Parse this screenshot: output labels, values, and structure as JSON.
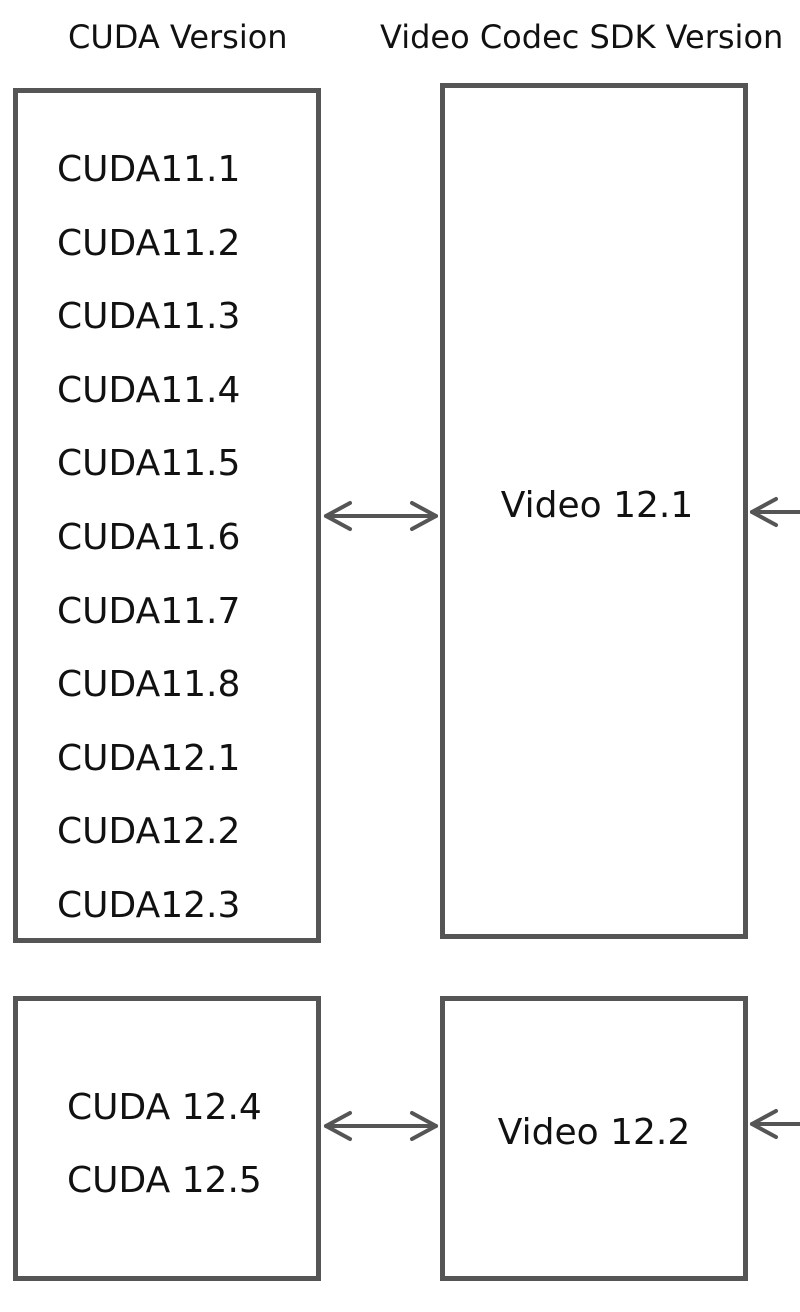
{
  "headers": {
    "cuda": "CUDA Version",
    "video": "Video Codec SDK Version"
  },
  "group1": {
    "cuda_versions": [
      "CUDA11.1",
      "CUDA11.2",
      "CUDA11.3",
      "CUDA11.4",
      "CUDA11.5",
      "CUDA11.6",
      "CUDA11.7",
      "CUDA11.8",
      "CUDA12.1",
      "CUDA12.2",
      "CUDA12.3"
    ],
    "video_version": "Video 12.1"
  },
  "group2": {
    "cuda_versions": [
      "CUDA 12.4",
      "CUDA 12.5"
    ],
    "video_version": "Video 12.2"
  },
  "colors": {
    "border": "#555555",
    "arrow": "#555555",
    "text": "#111111"
  }
}
